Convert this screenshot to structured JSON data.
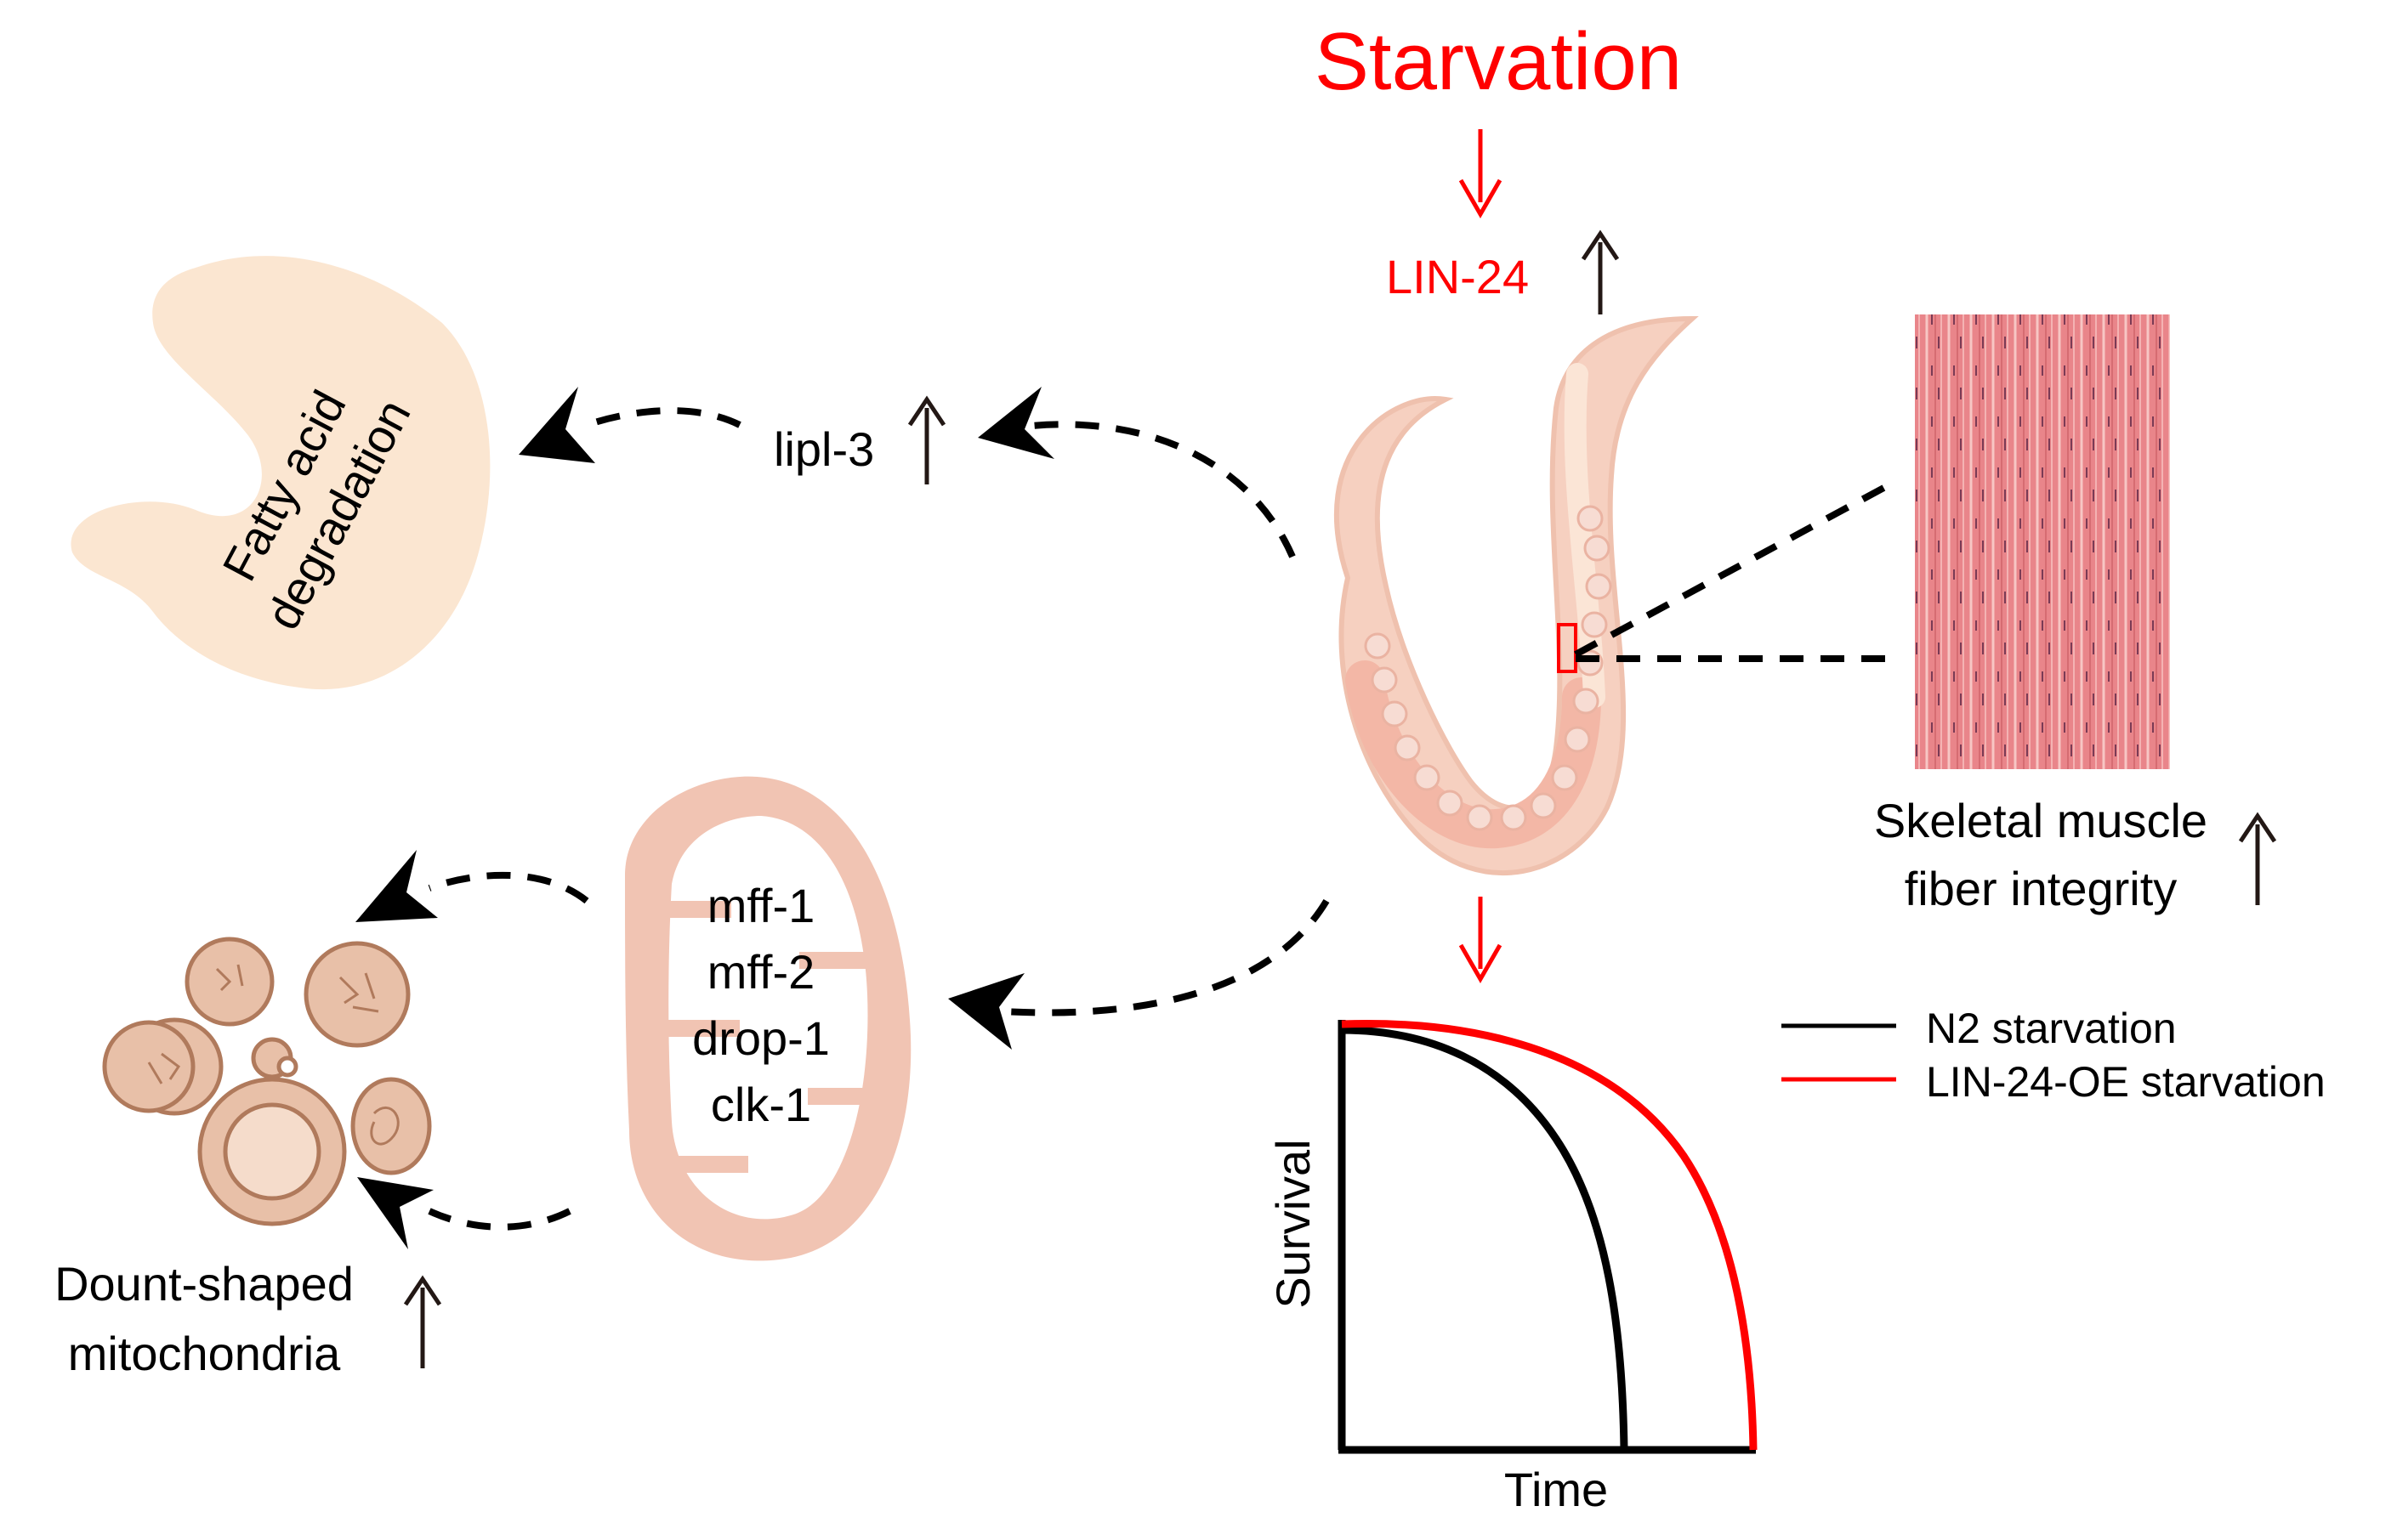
{
  "title": "Starvation",
  "lin24": "LIN-24",
  "lipl3": "lipl-3",
  "fatty_acid": [
    "Fatty acid",
    "degradation"
  ],
  "mito_genes": [
    "mff-1",
    "mff-2",
    "drop-1",
    "clk-1"
  ],
  "donut_label": [
    "Dount-shaped",
    "mitochondria"
  ],
  "muscle_label": [
    "Skeletal muscle",
    "fiber integrity"
  ],
  "chart_data": {
    "type": "line",
    "xlabel": "Time",
    "ylabel": "Survival",
    "series": [
      {
        "name": "N2 starvation",
        "color": "#000000"
      },
      {
        "name": "LIN-24-OE starvation",
        "color": "#ff0000"
      }
    ]
  },
  "colors": {
    "red": "#ff0000",
    "arrow_dark": "#231815",
    "fatty_fill": "#fbe6d1",
    "mito_fill": "#f1c4b3",
    "worm_body": "#f6d0c0",
    "muscle": "#e9858a"
  }
}
